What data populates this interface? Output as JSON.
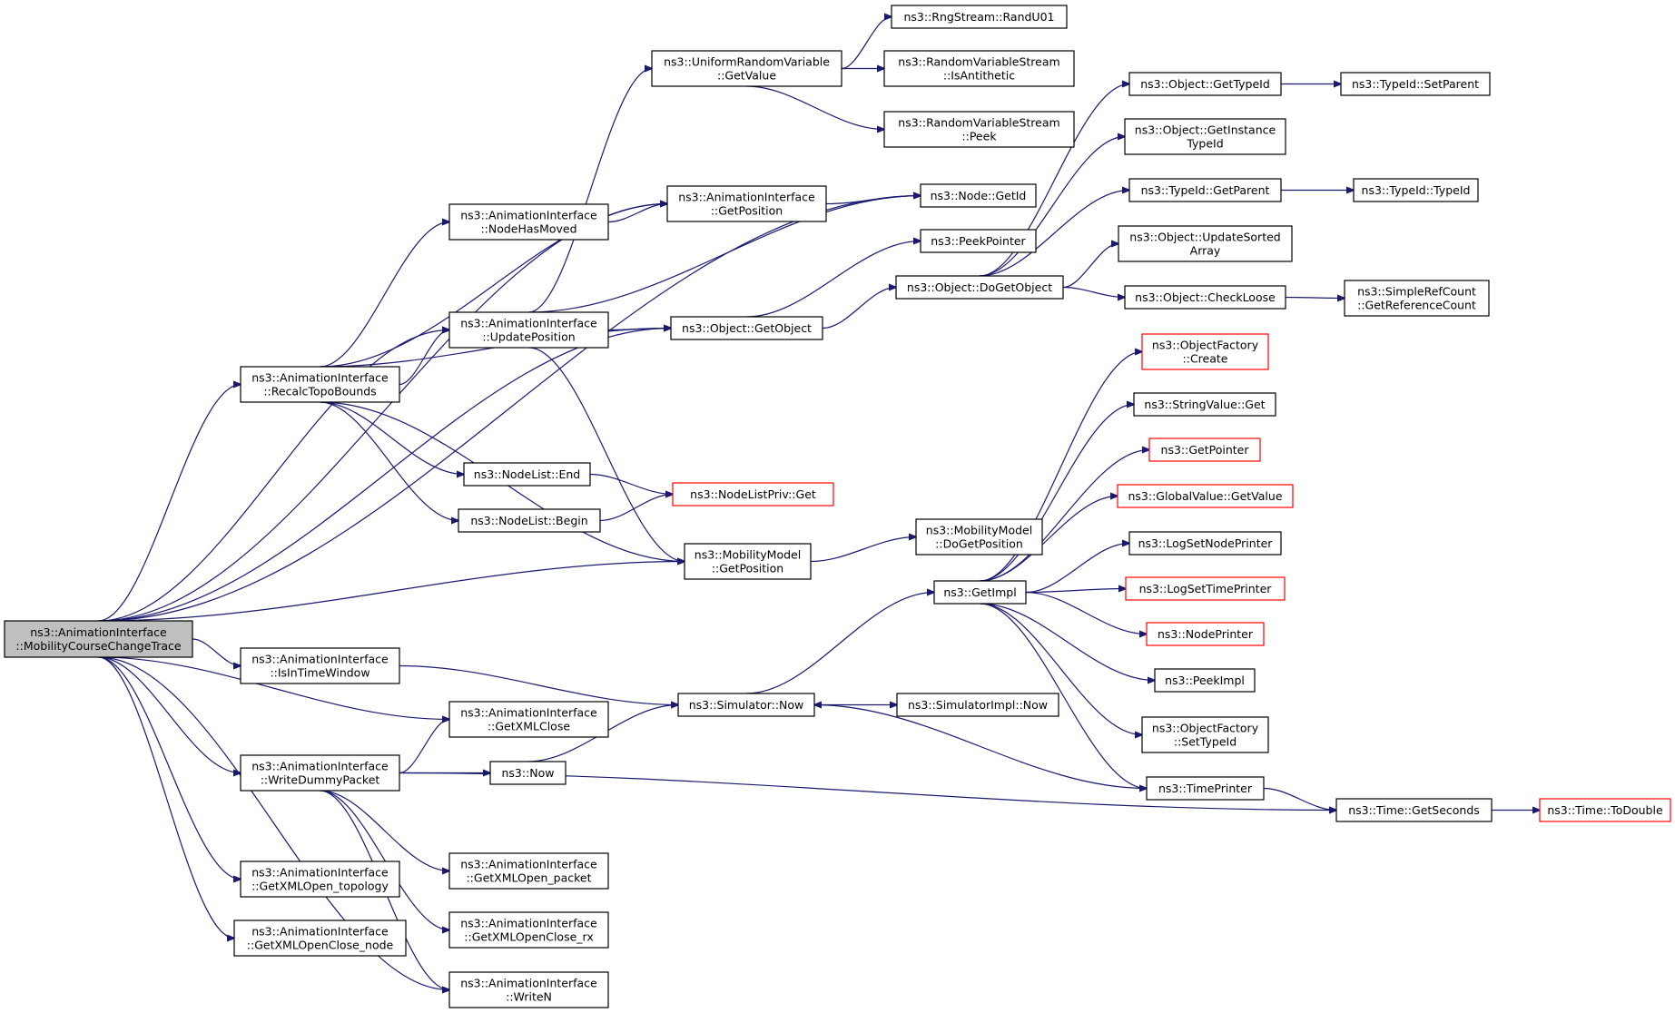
{
  "colors": {
    "edge": "#191970",
    "node_border": "#000000",
    "node_border_truncated": "#ff0000",
    "root_fill": "#bfbfbf",
    "node_fill": "#ffffff"
  },
  "nodes": [
    {
      "id": "root",
      "lines": [
        "ns3::AnimationInterface",
        "::MobilityCourseChangeTrace"
      ],
      "kind": "root"
    },
    {
      "id": "recalc",
      "lines": [
        "ns3::AnimationInterface",
        "::RecalcTopoBounds"
      ]
    },
    {
      "id": "isintime",
      "lines": [
        "ns3::AnimationInterface",
        "::IsInTimeWindow"
      ]
    },
    {
      "id": "writedummy",
      "lines": [
        "ns3::AnimationInterface",
        "::WriteDummyPacket"
      ]
    },
    {
      "id": "getxmlopen_topology",
      "lines": [
        "ns3::AnimationInterface",
        "::GetXMLOpen_topology"
      ]
    },
    {
      "id": "getxmlopenclose_node",
      "lines": [
        "ns3::AnimationInterface",
        "::GetXMLOpenClose_node"
      ]
    },
    {
      "id": "nodehasmoved",
      "lines": [
        "ns3::AnimationInterface",
        "::NodeHasMoved"
      ]
    },
    {
      "id": "updateposition",
      "lines": [
        "ns3::AnimationInterface",
        "::UpdatePosition"
      ]
    },
    {
      "id": "nodelist_end",
      "lines": [
        "ns3::NodeList::End"
      ]
    },
    {
      "id": "nodelist_begin",
      "lines": [
        "ns3::NodeList::Begin"
      ]
    },
    {
      "id": "getxmlclose",
      "lines": [
        "ns3::AnimationInterface",
        "::GetXMLClose"
      ]
    },
    {
      "id": "ns3now",
      "lines": [
        "ns3::Now"
      ]
    },
    {
      "id": "getxmlopen_packet",
      "lines": [
        "ns3::AnimationInterface",
        "::GetXMLOpen_packet"
      ]
    },
    {
      "id": "getxmlopenclose_rx",
      "lines": [
        "ns3::AnimationInterface",
        "::GetXMLOpenClose_rx"
      ]
    },
    {
      "id": "writen",
      "lines": [
        "ns3::AnimationInterface",
        "::WriteN"
      ]
    },
    {
      "id": "uniform_getvalue",
      "lines": [
        "ns3::UniformRandomVariable",
        "::GetValue"
      ]
    },
    {
      "id": "anim_getposition",
      "lines": [
        "ns3::AnimationInterface",
        "::GetPosition"
      ]
    },
    {
      "id": "obj_getobject",
      "lines": [
        "ns3::Object::GetObject"
      ]
    },
    {
      "id": "nodelistpriv_get",
      "lines": [
        "ns3::NodeListPriv::Get"
      ],
      "truncated": true
    },
    {
      "id": "mobility_getposition",
      "lines": [
        "ns3::MobilityModel",
        "::GetPosition"
      ]
    },
    {
      "id": "simulator_now",
      "lines": [
        "ns3::Simulator::Now"
      ]
    },
    {
      "id": "randu01",
      "lines": [
        "ns3::RngStream::RandU01"
      ]
    },
    {
      "id": "isantithetic",
      "lines": [
        "ns3::RandomVariableStream",
        "::IsAntithetic"
      ]
    },
    {
      "id": "rvs_peek",
      "lines": [
        "ns3::RandomVariableStream",
        "::Peek"
      ]
    },
    {
      "id": "node_getid",
      "lines": [
        "ns3::Node::GetId"
      ]
    },
    {
      "id": "peekpointer",
      "lines": [
        "ns3::PeekPointer"
      ]
    },
    {
      "id": "dogetobject",
      "lines": [
        "ns3::Object::DoGetObject"
      ]
    },
    {
      "id": "mobility_dogetposition",
      "lines": [
        "ns3::MobilityModel",
        "::DoGetPosition"
      ]
    },
    {
      "id": "getimpl",
      "lines": [
        "ns3::GetImpl"
      ]
    },
    {
      "id": "simimpl_now",
      "lines": [
        "ns3::SimulatorImpl::Now"
      ]
    },
    {
      "id": "obj_gettypeid",
      "lines": [
        "ns3::Object::GetTypeId"
      ]
    },
    {
      "id": "obj_getinstancetypeid",
      "lines": [
        "ns3::Object::GetInstance",
        "TypeId"
      ]
    },
    {
      "id": "typeid_getparent",
      "lines": [
        "ns3::TypeId::GetParent"
      ]
    },
    {
      "id": "obj_updatesortedarray",
      "lines": [
        "ns3::Object::UpdateSorted",
        "Array"
      ]
    },
    {
      "id": "obj_checkloose",
      "lines": [
        "ns3::Object::CheckLoose"
      ]
    },
    {
      "id": "objfactory_create",
      "lines": [
        "ns3::ObjectFactory",
        "::Create"
      ],
      "truncated": true
    },
    {
      "id": "stringvalue_get",
      "lines": [
        "ns3::StringValue::Get"
      ]
    },
    {
      "id": "getpointer",
      "lines": [
        "ns3::GetPointer"
      ],
      "truncated": true
    },
    {
      "id": "globalvalue_getvalue",
      "lines": [
        "ns3::GlobalValue::GetValue"
      ],
      "truncated": true
    },
    {
      "id": "logsetnodeprinter",
      "lines": [
        "ns3::LogSetNodePrinter"
      ]
    },
    {
      "id": "logsettimeprinter",
      "lines": [
        "ns3::LogSetTimePrinter"
      ],
      "truncated": true
    },
    {
      "id": "nodeprinter",
      "lines": [
        "ns3::NodePrinter"
      ],
      "truncated": true
    },
    {
      "id": "peekimpl",
      "lines": [
        "ns3::PeekImpl"
      ]
    },
    {
      "id": "objfactory_settypeid",
      "lines": [
        "ns3::ObjectFactory",
        "::SetTypeId"
      ]
    },
    {
      "id": "timeprinter",
      "lines": [
        "ns3::TimePrinter"
      ]
    },
    {
      "id": "time_getseconds",
      "lines": [
        "ns3::Time::GetSeconds"
      ]
    },
    {
      "id": "typeid_setparent",
      "lines": [
        "ns3::TypeId::SetParent"
      ]
    },
    {
      "id": "typeid_typeid",
      "lines": [
        "ns3::TypeId::TypeId"
      ]
    },
    {
      "id": "simplerefcount",
      "lines": [
        "ns3::SimpleRefCount",
        "::GetReferenceCount"
      ]
    },
    {
      "id": "time_todouble",
      "lines": [
        "ns3::Time::ToDouble"
      ],
      "truncated": true
    }
  ],
  "edges": [
    [
      "root",
      "recalc"
    ],
    [
      "root",
      "isintime"
    ],
    [
      "root",
      "writedummy"
    ],
    [
      "root",
      "getxmlopen_topology"
    ],
    [
      "root",
      "getxmlopenclose_node"
    ],
    [
      "root",
      "updateposition"
    ],
    [
      "root",
      "anim_getposition"
    ],
    [
      "root",
      "node_getid"
    ],
    [
      "root",
      "obj_getobject"
    ],
    [
      "root",
      "mobility_getposition"
    ],
    [
      "root",
      "getxmlclose"
    ],
    [
      "root",
      "writen"
    ],
    [
      "recalc",
      "nodehasmoved"
    ],
    [
      "recalc",
      "updateposition"
    ],
    [
      "recalc",
      "anim_getposition"
    ],
    [
      "recalc",
      "obj_getobject"
    ],
    [
      "recalc",
      "nodelist_end"
    ],
    [
      "recalc",
      "nodelist_begin"
    ],
    [
      "recalc",
      "mobility_getposition"
    ],
    [
      "nodehasmoved",
      "anim_getposition"
    ],
    [
      "updateposition",
      "uniform_getvalue"
    ],
    [
      "updateposition",
      "node_getid"
    ],
    [
      "updateposition",
      "obj_getobject"
    ],
    [
      "updateposition",
      "mobility_getposition"
    ],
    [
      "anim_getposition",
      "node_getid"
    ],
    [
      "uniform_getvalue",
      "randu01"
    ],
    [
      "uniform_getvalue",
      "isantithetic"
    ],
    [
      "uniform_getvalue",
      "rvs_peek"
    ],
    [
      "obj_getobject",
      "peekpointer"
    ],
    [
      "obj_getobject",
      "dogetobject"
    ],
    [
      "nodelist_end",
      "nodelistpriv_get"
    ],
    [
      "nodelist_begin",
      "nodelistpriv_get"
    ],
    [
      "mobility_getposition",
      "mobility_dogetposition"
    ],
    [
      "isintime",
      "simulator_now"
    ],
    [
      "writedummy",
      "getxmlclose"
    ],
    [
      "writedummy",
      "ns3now"
    ],
    [
      "writedummy",
      "getxmlopen_packet"
    ],
    [
      "writedummy",
      "getxmlopenclose_rx"
    ],
    [
      "writedummy",
      "writen"
    ],
    [
      "writedummy",
      "time_getseconds"
    ],
    [
      "ns3now",
      "simulator_now"
    ],
    [
      "simulator_now",
      "getimpl"
    ],
    [
      "simulator_now",
      "simimpl_now"
    ],
    [
      "dogetobject",
      "obj_gettypeid"
    ],
    [
      "dogetobject",
      "obj_getinstancetypeid"
    ],
    [
      "dogetobject",
      "typeid_getparent"
    ],
    [
      "dogetobject",
      "obj_updatesortedarray"
    ],
    [
      "dogetobject",
      "obj_checkloose"
    ],
    [
      "obj_gettypeid",
      "typeid_setparent"
    ],
    [
      "typeid_getparent",
      "typeid_typeid"
    ],
    [
      "obj_checkloose",
      "simplerefcount"
    ],
    [
      "getimpl",
      "objfactory_create"
    ],
    [
      "getimpl",
      "stringvalue_get"
    ],
    [
      "getimpl",
      "getpointer"
    ],
    [
      "getimpl",
      "globalvalue_getvalue"
    ],
    [
      "getimpl",
      "logsetnodeprinter"
    ],
    [
      "getimpl",
      "logsettimeprinter"
    ],
    [
      "getimpl",
      "nodeprinter"
    ],
    [
      "getimpl",
      "peekimpl"
    ],
    [
      "getimpl",
      "objfactory_settypeid"
    ],
    [
      "getimpl",
      "timeprinter"
    ],
    [
      "timeprinter",
      "simulator_now"
    ],
    [
      "timeprinter",
      "time_getseconds"
    ],
    [
      "time_getseconds",
      "time_todouble"
    ]
  ]
}
